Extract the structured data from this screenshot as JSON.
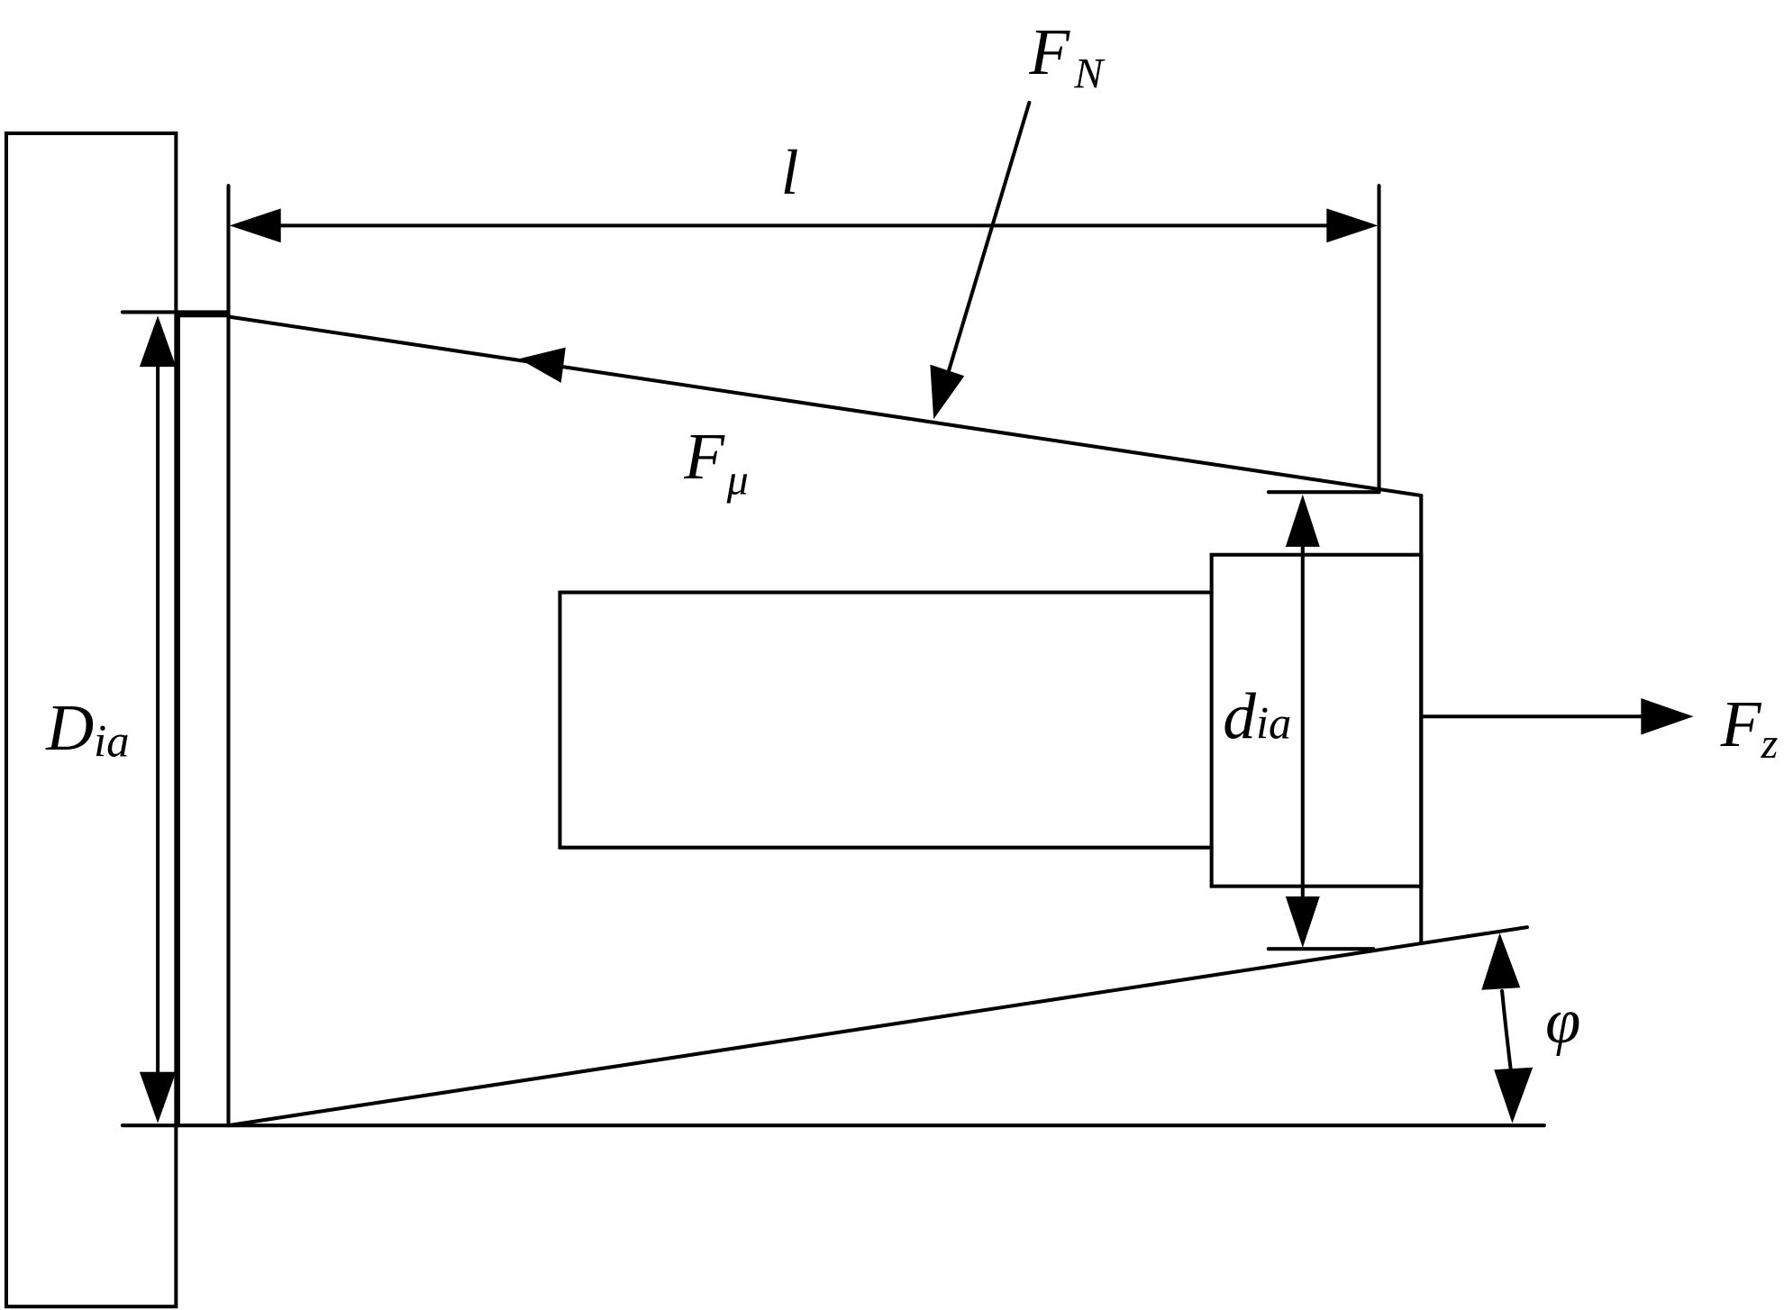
{
  "figure": {
    "description": "Force diagram of a conical part with dimensions and forces",
    "labels": {
      "normal_force": "F",
      "normal_force_sub": "N",
      "friction_force": "F",
      "friction_force_sub": "μ",
      "axial_force": "F",
      "axial_force_sub": "z",
      "length": "l",
      "outer_diameter": "D",
      "outer_diameter_sub": "ia",
      "inner_diameter": "d",
      "inner_diameter_sub": "ia",
      "angle": "φ"
    },
    "colors": {
      "stroke": "#000000",
      "background": "#ffffff"
    }
  }
}
